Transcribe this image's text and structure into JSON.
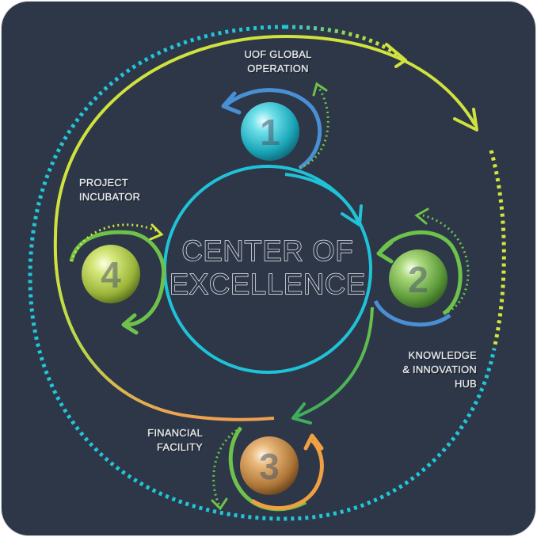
{
  "center": {
    "line1": "CENTER OF",
    "line2": "EXCELLENCE"
  },
  "nodes": [
    {
      "number": "1",
      "label_lines": [
        "UOF GLOBAL",
        "OPERATION"
      ],
      "color": "#2ec4cf"
    },
    {
      "number": "2",
      "label_lines": [
        "KNOWLEDGE",
        "& INNOVATION",
        "HUB"
      ],
      "color": "#6ab547"
    },
    {
      "number": "3",
      "label_lines": [
        "FINANCIAL",
        "FACILITY"
      ],
      "color": "#e0a052"
    },
    {
      "number": "4",
      "label_lines": [
        "PROJECT",
        "INCUBATOR"
      ],
      "color": "#b7cf43"
    }
  ],
  "colors": {
    "background": "#2d3748",
    "cyan": "#22c6d8",
    "blue": "#4a8fd4",
    "green": "#68c14a",
    "lime": "#c8e03c",
    "orange": "#f0a040",
    "label_text": "#e9edf2"
  }
}
